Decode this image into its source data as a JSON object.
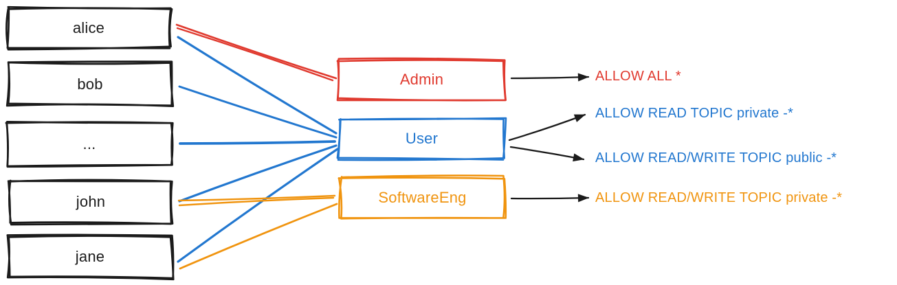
{
  "colors": {
    "ink": "#1b1b1b",
    "red": "#e03a2f",
    "blue": "#2277cf",
    "orange": "#f0940f"
  },
  "users": [
    {
      "label": "alice"
    },
    {
      "label": "bob"
    },
    {
      "label": "..."
    },
    {
      "label": "john"
    },
    {
      "label": "jane"
    }
  ],
  "roles": [
    {
      "label": "Admin",
      "color": "red"
    },
    {
      "label": "User",
      "color": "blue"
    },
    {
      "label": "SoftwareEng",
      "color": "orange"
    }
  ],
  "permissions": [
    {
      "label": "ALLOW ALL *",
      "color": "red"
    },
    {
      "label": "ALLOW READ TOPIC private -*",
      "color": "blue"
    },
    {
      "label": "ALLOW READ/WRITE TOPIC public -*",
      "color": "blue"
    },
    {
      "label": "ALLOW READ/WRITE TOPIC private -*",
      "color": "orange"
    }
  ],
  "edges": {
    "user_to_role": [
      {
        "from": "alice",
        "to": "Admin",
        "color": "red"
      },
      {
        "from": "alice",
        "to": "User",
        "color": "blue"
      },
      {
        "from": "bob",
        "to": "User",
        "color": "blue"
      },
      {
        "from": "...",
        "to": "User",
        "color": "blue"
      },
      {
        "from": "john",
        "to": "User",
        "color": "blue"
      },
      {
        "from": "john",
        "to": "SoftwareEng",
        "color": "orange"
      },
      {
        "from": "jane",
        "to": "User",
        "color": "blue"
      },
      {
        "from": "jane",
        "to": "SoftwareEng",
        "color": "orange"
      }
    ],
    "role_to_permission": [
      {
        "from": "Admin",
        "to": "ALLOW ALL *"
      },
      {
        "from": "User",
        "to": "ALLOW READ TOPIC private -*"
      },
      {
        "from": "User",
        "to": "ALLOW READ/WRITE TOPIC public -*"
      },
      {
        "from": "SoftwareEng",
        "to": "ALLOW READ/WRITE TOPIC private -*"
      }
    ]
  }
}
